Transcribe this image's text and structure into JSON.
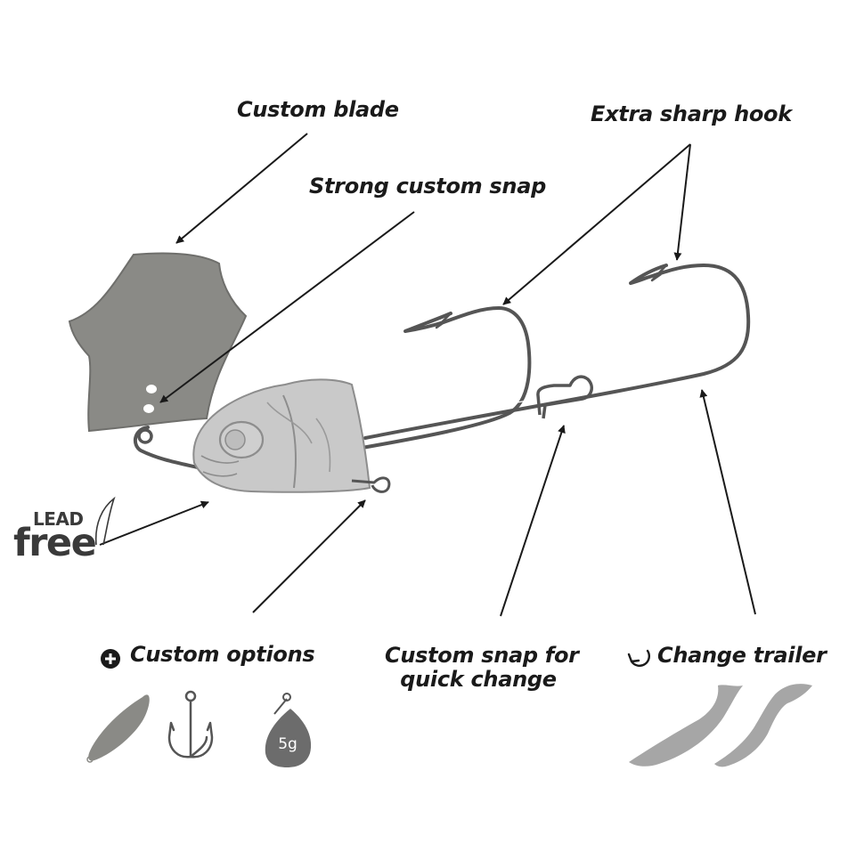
{
  "labels": {
    "custom_blade": "Custom blade",
    "strong_snap": "Strong custom snap",
    "sharp_hook": "Extra sharp hook",
    "custom_options": "Custom options",
    "quick_snap_line1": "Custom snap for",
    "quick_snap_line2": "quick change",
    "change_trailer": "Change trailer"
  },
  "badge": {
    "top": "LEAD",
    "bottom": "free"
  },
  "options": {
    "weight": "5g"
  },
  "icons": {
    "plus": "plus-circle-icon",
    "refresh": "refresh-icon",
    "leaf": "leaf-icon"
  },
  "colors": {
    "blade": "#8a8a86",
    "head": "#c9c9c9",
    "wire": "#555555",
    "trailer": "#a6a6a6",
    "text": "#1a1a1a"
  }
}
